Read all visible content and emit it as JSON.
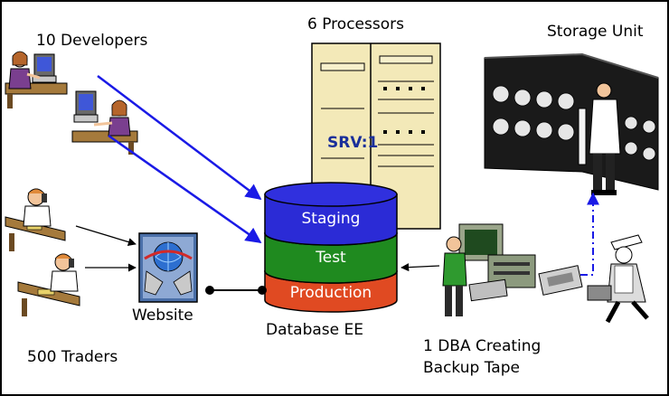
{
  "labels": {
    "developers": "10 Developers",
    "processors": "6 Processors",
    "storage": "Storage Unit",
    "traders": "500 Traders",
    "website": "Website",
    "database": "Database EE",
    "dba_line1": "1 DBA Creating",
    "dba_line2": "Backup Tape",
    "server": "SRV:1"
  },
  "database_layers": [
    "Staging",
    "Test",
    "Production"
  ],
  "colors": {
    "staging": "#2b2bd6",
    "test": "#1f8a1f",
    "production": "#e04a22",
    "arrow_blue": "#1a1ae6",
    "server_beige": "#f3e9b8"
  },
  "icons": {
    "developers": "person-at-computer-icon",
    "traders": "person-on-phone-icon",
    "website": "website-icon",
    "server": "server-icon",
    "storage": "storage-unit-icon",
    "dba": "dba-at-computer-icon",
    "courier": "courier-icon",
    "tape": "backup-tape-icon"
  }
}
